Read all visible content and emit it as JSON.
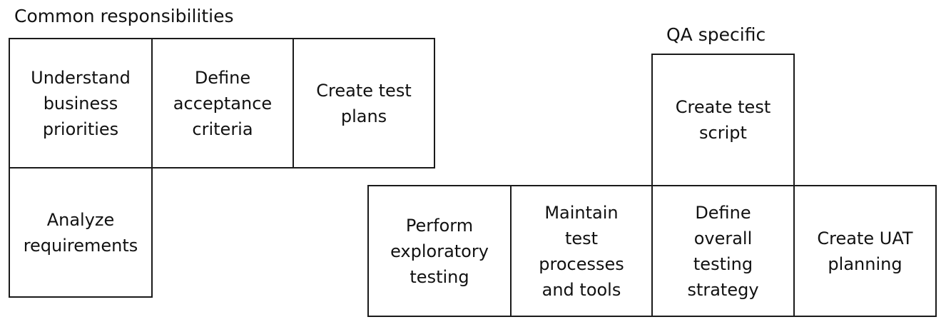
{
  "common": {
    "title": "Common responsibilities",
    "boxes": [
      {
        "label": "Understand\nbusiness\npriorities"
      },
      {
        "label": "Define\nacceptance\ncriteria"
      },
      {
        "label": "Create test\nplans"
      },
      {
        "label": "Analyze\nrequirements"
      }
    ]
  },
  "qa": {
    "title": "QA specific",
    "boxes": [
      {
        "label": "Create test\nscript"
      },
      {
        "label": "Perform\nexploratory\ntesting"
      },
      {
        "label": "Maintain\ntest\nprocesses\nand tools"
      },
      {
        "label": "Define\noverall\ntesting\nstrategy"
      },
      {
        "label": "Create UAT\nplanning"
      }
    ]
  }
}
